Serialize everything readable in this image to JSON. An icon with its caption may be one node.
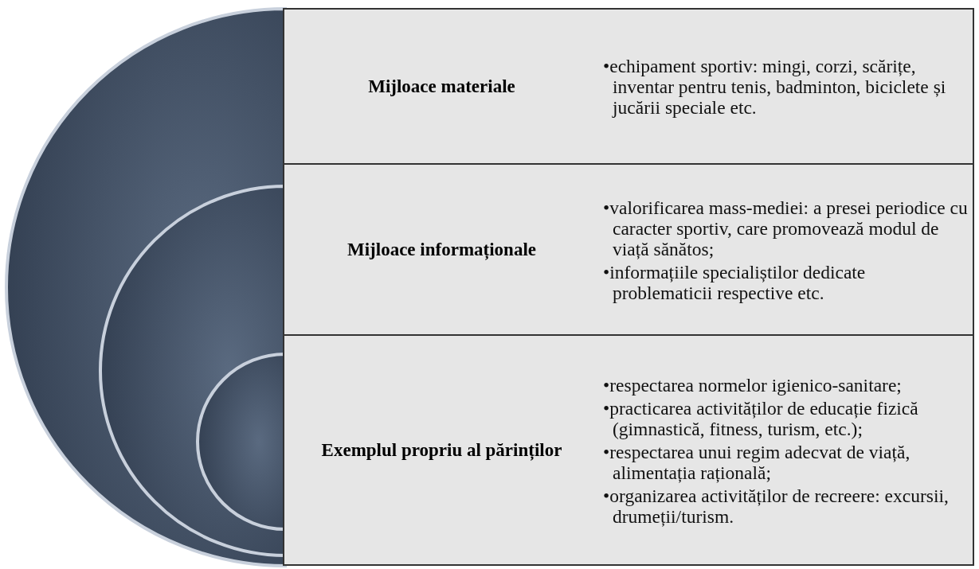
{
  "diagram": {
    "nodes": [
      {
        "text": [
          "Mijloace materiale",
          "•echipament sportiv: mingi, corzi, scărițe, inventar pentru tenis, badminton, biciclete și jucării speciale etc."
        ]
      },
      {
        "text": [
          "Mijloace informaționale",
          "•valorificarea mass-mediei: a presei periodice cu caracter sportiv, care promovează modul de viață sănătos;",
          "•informațiile specialiștilor dedicate problematicii respective etc."
        ]
      },
      {
        "text": [
          "Exemplul propriu al părinților",
          "•respectarea normelor igienico-sanitare;",
          "•practicarea activităților de educație fizică (gimnastică, fitness, turism, etc.);",
          "•respectarea unui regim  adecvat de viață, alimentația rațională;",
          "•organizarea activităților de recreere: excursii, drumeții/turism."
        ]
      }
    ]
  }
}
